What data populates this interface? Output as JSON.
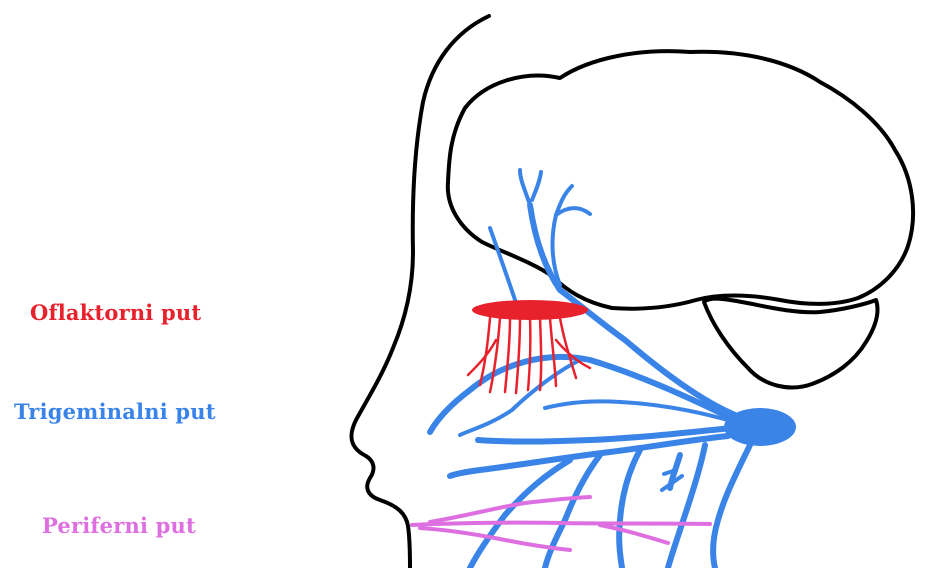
{
  "legend": {
    "olfactory": {
      "label": "Oflaktorni put",
      "color": "#e8222c"
    },
    "trigeminal": {
      "label": "Trigeminalni put",
      "color": "#3a84e8"
    },
    "peripheral": {
      "label": "Periferni put",
      "color": "#dd6fe0"
    }
  },
  "outline_color": "#000000",
  "background_color": "#ffffff"
}
